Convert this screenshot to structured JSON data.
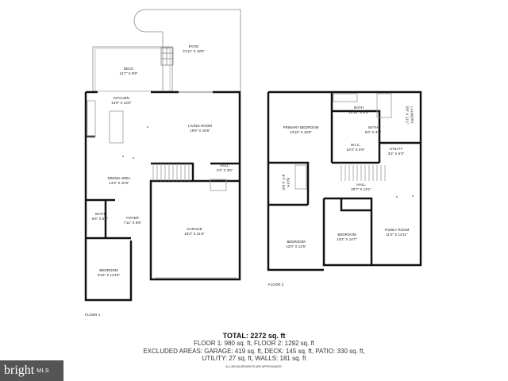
{
  "floor1": {
    "label": "FLOOR 1",
    "rooms": [
      {
        "name": "PATIO",
        "dims": "21'11\" X 18'5\""
      },
      {
        "name": "DECK",
        "dims": "14'7\" X 9'9\""
      },
      {
        "name": "KITCHEN",
        "dims": "14'9\" X 14'5\""
      },
      {
        "name": "LIVING ROOM",
        "dims": "19'9\" X 15'6\""
      },
      {
        "name": "DINING AREA",
        "dims": "14'3\" X 10'0\""
      },
      {
        "name": "HALL",
        "dims": "4'4\" X 3'5\""
      },
      {
        "name": "BATH",
        "dims": "6'6\" X 5'5\""
      },
      {
        "name": "FOYER",
        "dims": "7'11\" X 8'8\""
      },
      {
        "name": "GARAGE",
        "dims": "19'3\" X 21'9\""
      },
      {
        "name": "BEDROOM",
        "dims": "9'10\" X 12'10\""
      }
    ]
  },
  "floor2": {
    "label": "FLOOR 2",
    "rooms": [
      {
        "name": "PRIMARY BEDROOM",
        "dims": "13'10\" X 15'6\""
      },
      {
        "name": "BATH",
        "dims": "12'10\" X 6'5\""
      },
      {
        "name": "LAUNDRY",
        "dims": "5'8\" X 11'1\""
      },
      {
        "name": "BATH",
        "dims": "6'0\" X 3'2\""
      },
      {
        "name": "W.I.C.",
        "dims": "10'4\" X 6'9\""
      },
      {
        "name": "UTILITY",
        "dims": "3'2\" X 5'3\""
      },
      {
        "name": "BATH",
        "dims": "8'7\" X 5'8\""
      },
      {
        "name": "HALL",
        "dims": "20'7\" X 13'1\""
      },
      {
        "name": "BEDROOM",
        "dims": "12'0\" X 12'5\""
      },
      {
        "name": "BEDROOM",
        "dims": "10'4\" X 14'7\""
      },
      {
        "name": "FAMILY ROOM",
        "dims": "11'0\" X 14'11\""
      }
    ]
  },
  "summary": {
    "total": "TOTAL: 2272 sq. ft",
    "floors": "FLOOR 1: 980 sq. ft, FLOOR 2: 1292 sq. ft",
    "excluded_1": "EXCLUDED AREAS: GARAGE: 419 sq. ft, DECK: 145 sq. ft, PATIO: 330 sq. ft,",
    "excluded_2": "UTILITY: 27 sq. ft, WALLS: 181 sq. ft",
    "disclaimer": "ALL MEASUREMENTS ARE APPROXIMATE."
  },
  "logo": {
    "brand": "bright",
    "suffix": "MLS"
  }
}
